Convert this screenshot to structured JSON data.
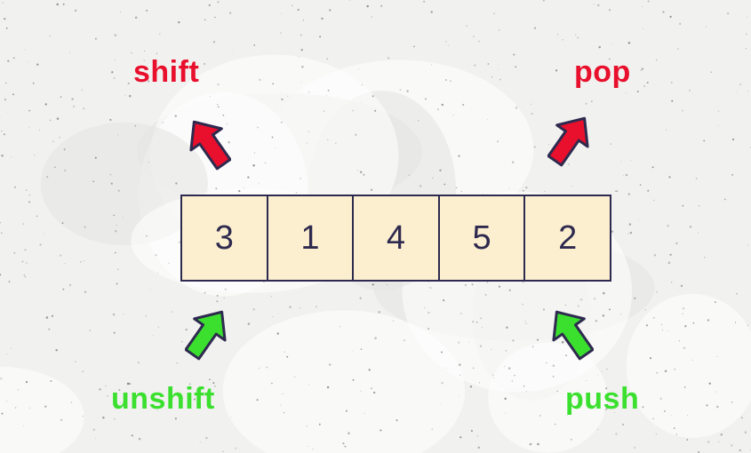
{
  "labels": {
    "shift": "shift",
    "pop": "pop",
    "unshift": "unshift",
    "push": "push"
  },
  "array": {
    "values": [
      "3",
      "1",
      "4",
      "5",
      "2"
    ]
  },
  "colors": {
    "remove": "#e8102d",
    "add": "#3be02f",
    "cell_fill": "#fcefd0",
    "outline": "#2e2a4f"
  }
}
